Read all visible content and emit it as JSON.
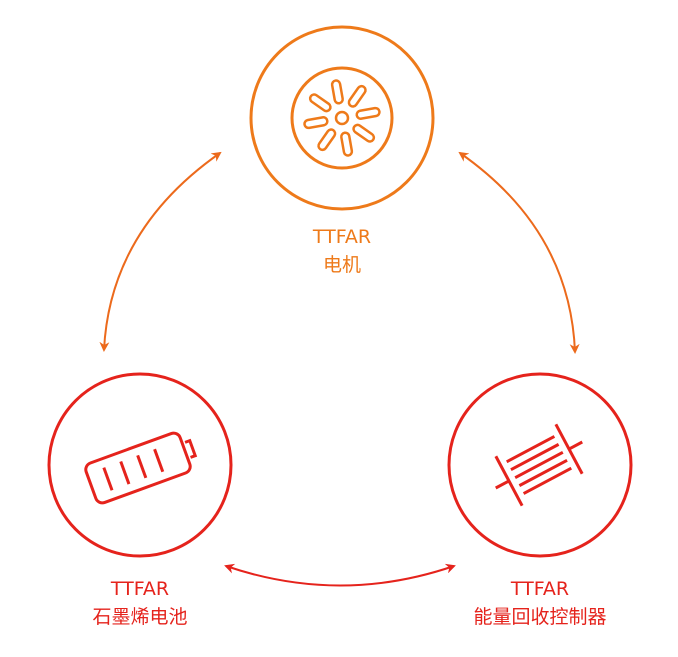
{
  "colors": {
    "orange": "#ee7a1a",
    "red": "#e5231c",
    "arrow_orange": "#ec6a1c"
  },
  "nodes": [
    {
      "brand": "TTFAR",
      "name": "电机",
      "icon": "motor-icon"
    },
    {
      "brand": "TTFAR",
      "name": "石墨烯电池",
      "icon": "battery-icon"
    },
    {
      "brand": "TTFAR",
      "name": "能量回收控制器",
      "icon": "coil-icon"
    }
  ]
}
